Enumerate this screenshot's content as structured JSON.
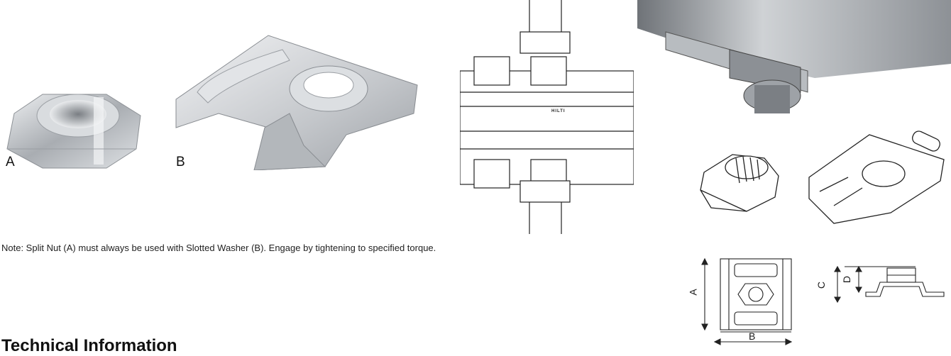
{
  "photos": {
    "split_nut_label": "A",
    "slotted_washer_label": "B"
  },
  "note": "Note: Split Nut (A) must always be used with Slotted Washer (B). Engage by tightening to specified torque.",
  "section_heading": "Technical Information",
  "drawing": {
    "brand_mark": "HILTI",
    "dimension_labels": {
      "a": "A",
      "b": "B",
      "c": "C",
      "d": "D"
    }
  }
}
